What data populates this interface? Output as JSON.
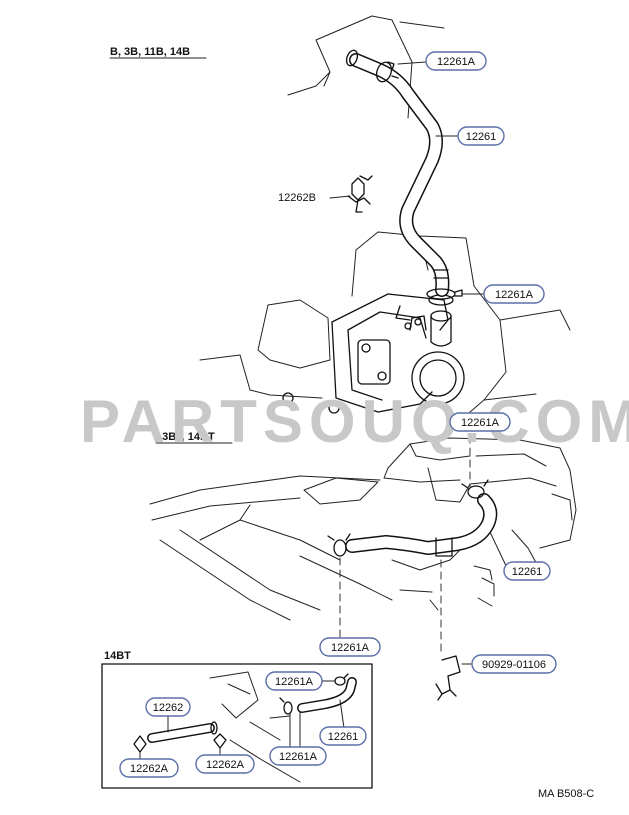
{
  "sections": {
    "top_models": "B, 3B, 11B, 14B",
    "middle_models": "13BT, 14BT",
    "inset_model": "14BT"
  },
  "labels": {
    "clamp_a_top": "12261A",
    "hose_top": "12261",
    "clip_b_top": "12262B",
    "clamp_a_mid": "12261A",
    "clamp_a_mid2": "12261A",
    "hose_mid": "12261",
    "clamp_a_low": "12261A",
    "bracket": "90929-01106",
    "inset_clamp_a1": "12261A",
    "inset_hose_12262": "12262",
    "inset_hose_12261": "12261",
    "inset_clip_a1": "12262A",
    "inset_clip_a2": "12262A",
    "inset_clamp_a2": "12261A"
  },
  "watermark": "PARTSOUQ.COM",
  "diagram_code": "MA B508-C"
}
